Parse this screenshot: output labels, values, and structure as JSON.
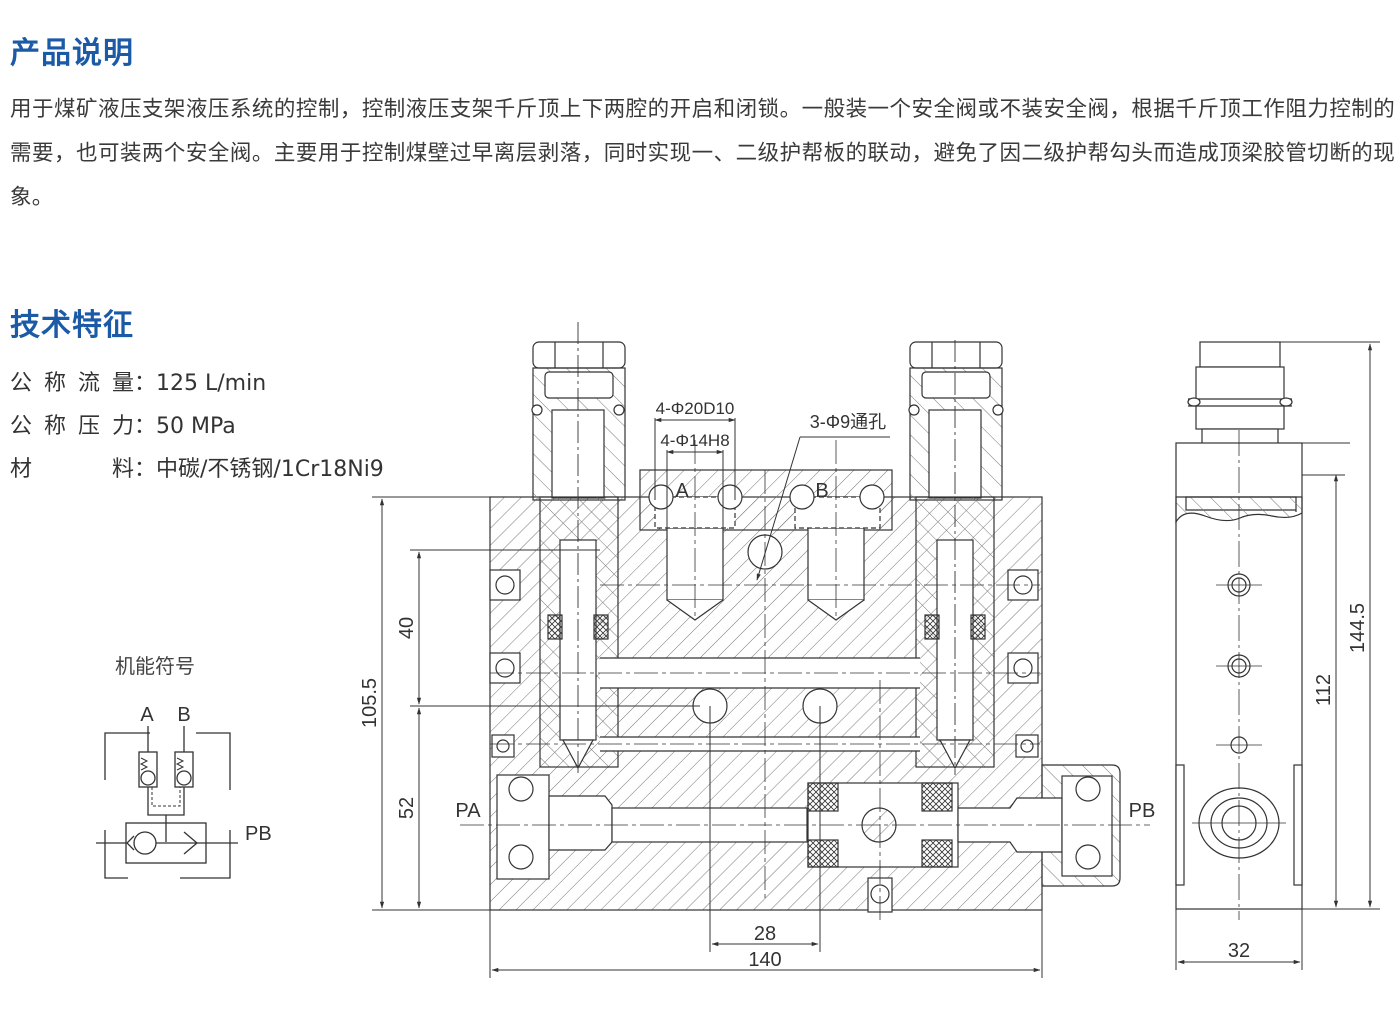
{
  "product_description": {
    "title": "产品说明",
    "text": "用于煤矿液压支架液压系统的控制，控制液压支架千斤顶上下两腔的开启和闭锁。一般装一个安全阀或不装安全阀，根据千斤顶工作阻力控制的需要，也可装两个安全阀。主要用于控制煤壁过早离层剥落，同时实现一、二级护帮板的联动，避免了因二级护帮勾头而造成顶梁胶管切断的现象。"
  },
  "technical_features": {
    "title": "技术特征",
    "specs": [
      {
        "label": "公称流量",
        "sep": "：",
        "value": "125 L/min"
      },
      {
        "label": "公称压力",
        "sep": "：",
        "value": "50 MPa"
      },
      {
        "label": "材料",
        "sep": "：",
        "value": "中碳/不锈钢/1Cr18Ni9"
      }
    ]
  },
  "symbol": {
    "title": "机能符号",
    "port_a": "A",
    "port_b": "B",
    "port_pb": "PB"
  },
  "drawing": {
    "labels": {
      "port_a": "A",
      "port_b": "B",
      "port_pa": "PA",
      "port_pb": "PB",
      "bore_outer": "4-Φ20D10",
      "bore_inner": "4-Φ14H8",
      "through_holes": "3-Φ9通孔"
    },
    "dimensions": {
      "total_height": "105.5",
      "upper_height": "40",
      "lower_height": "52",
      "center_spacing": "28",
      "total_width": "140",
      "side_width": "32",
      "side_body_height": "112",
      "side_total_height": "144.5"
    }
  }
}
